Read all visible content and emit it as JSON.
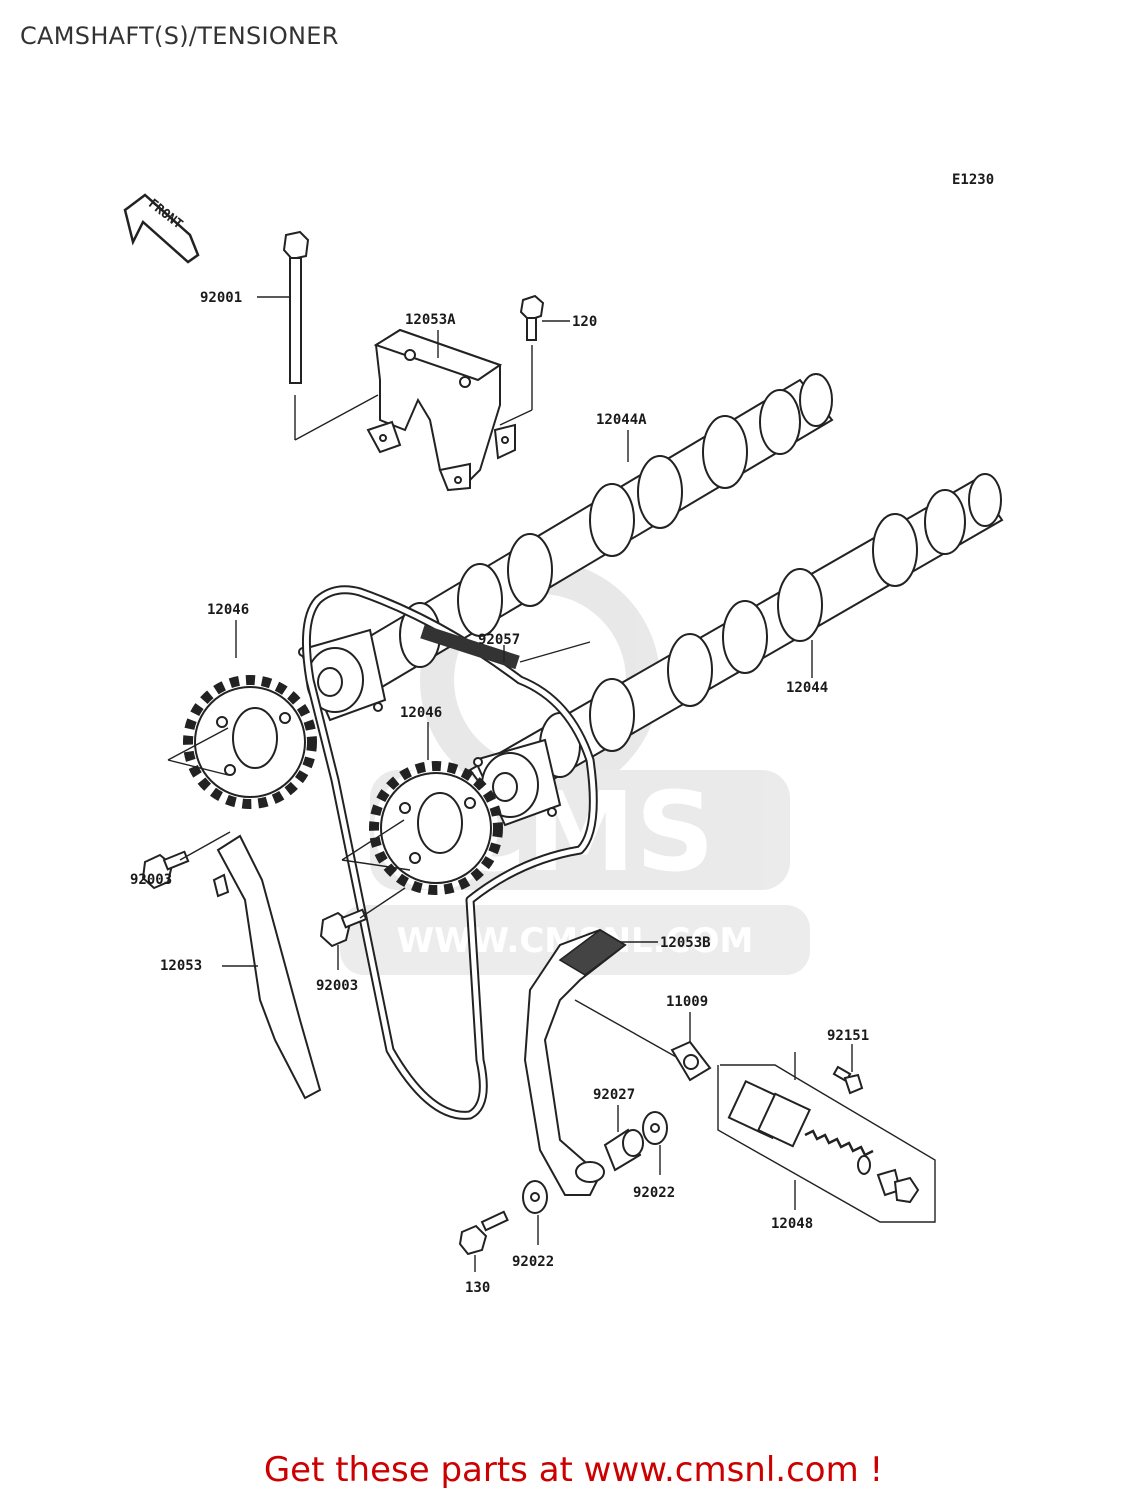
{
  "page": {
    "title": "CAMSHAFT(S)/TENSIONER",
    "footer_link": "Get these parts at www.cmsnl.com !"
  },
  "diagram": {
    "code": "E1230",
    "front_label": "FRONT",
    "watermark": {
      "logo_text": "CMS",
      "url_text": "WWW.CMSNL.COM"
    },
    "callouts": {
      "p92001": "92001",
      "p12053A": "12053A",
      "p120": "120",
      "p12044A": "12044A",
      "p12046_a": "12046",
      "p92057": "92057",
      "p12044": "12044",
      "p12046_b": "12046",
      "p92003_a": "92003",
      "p12053": "12053",
      "p92003_b": "92003",
      "p12053B": "12053B",
      "p11009": "11009",
      "p92151": "92151",
      "p92027": "92027",
      "p92022_a": "92022",
      "p12048": "12048",
      "p92022_b": "92022",
      "p130": "130"
    }
  }
}
